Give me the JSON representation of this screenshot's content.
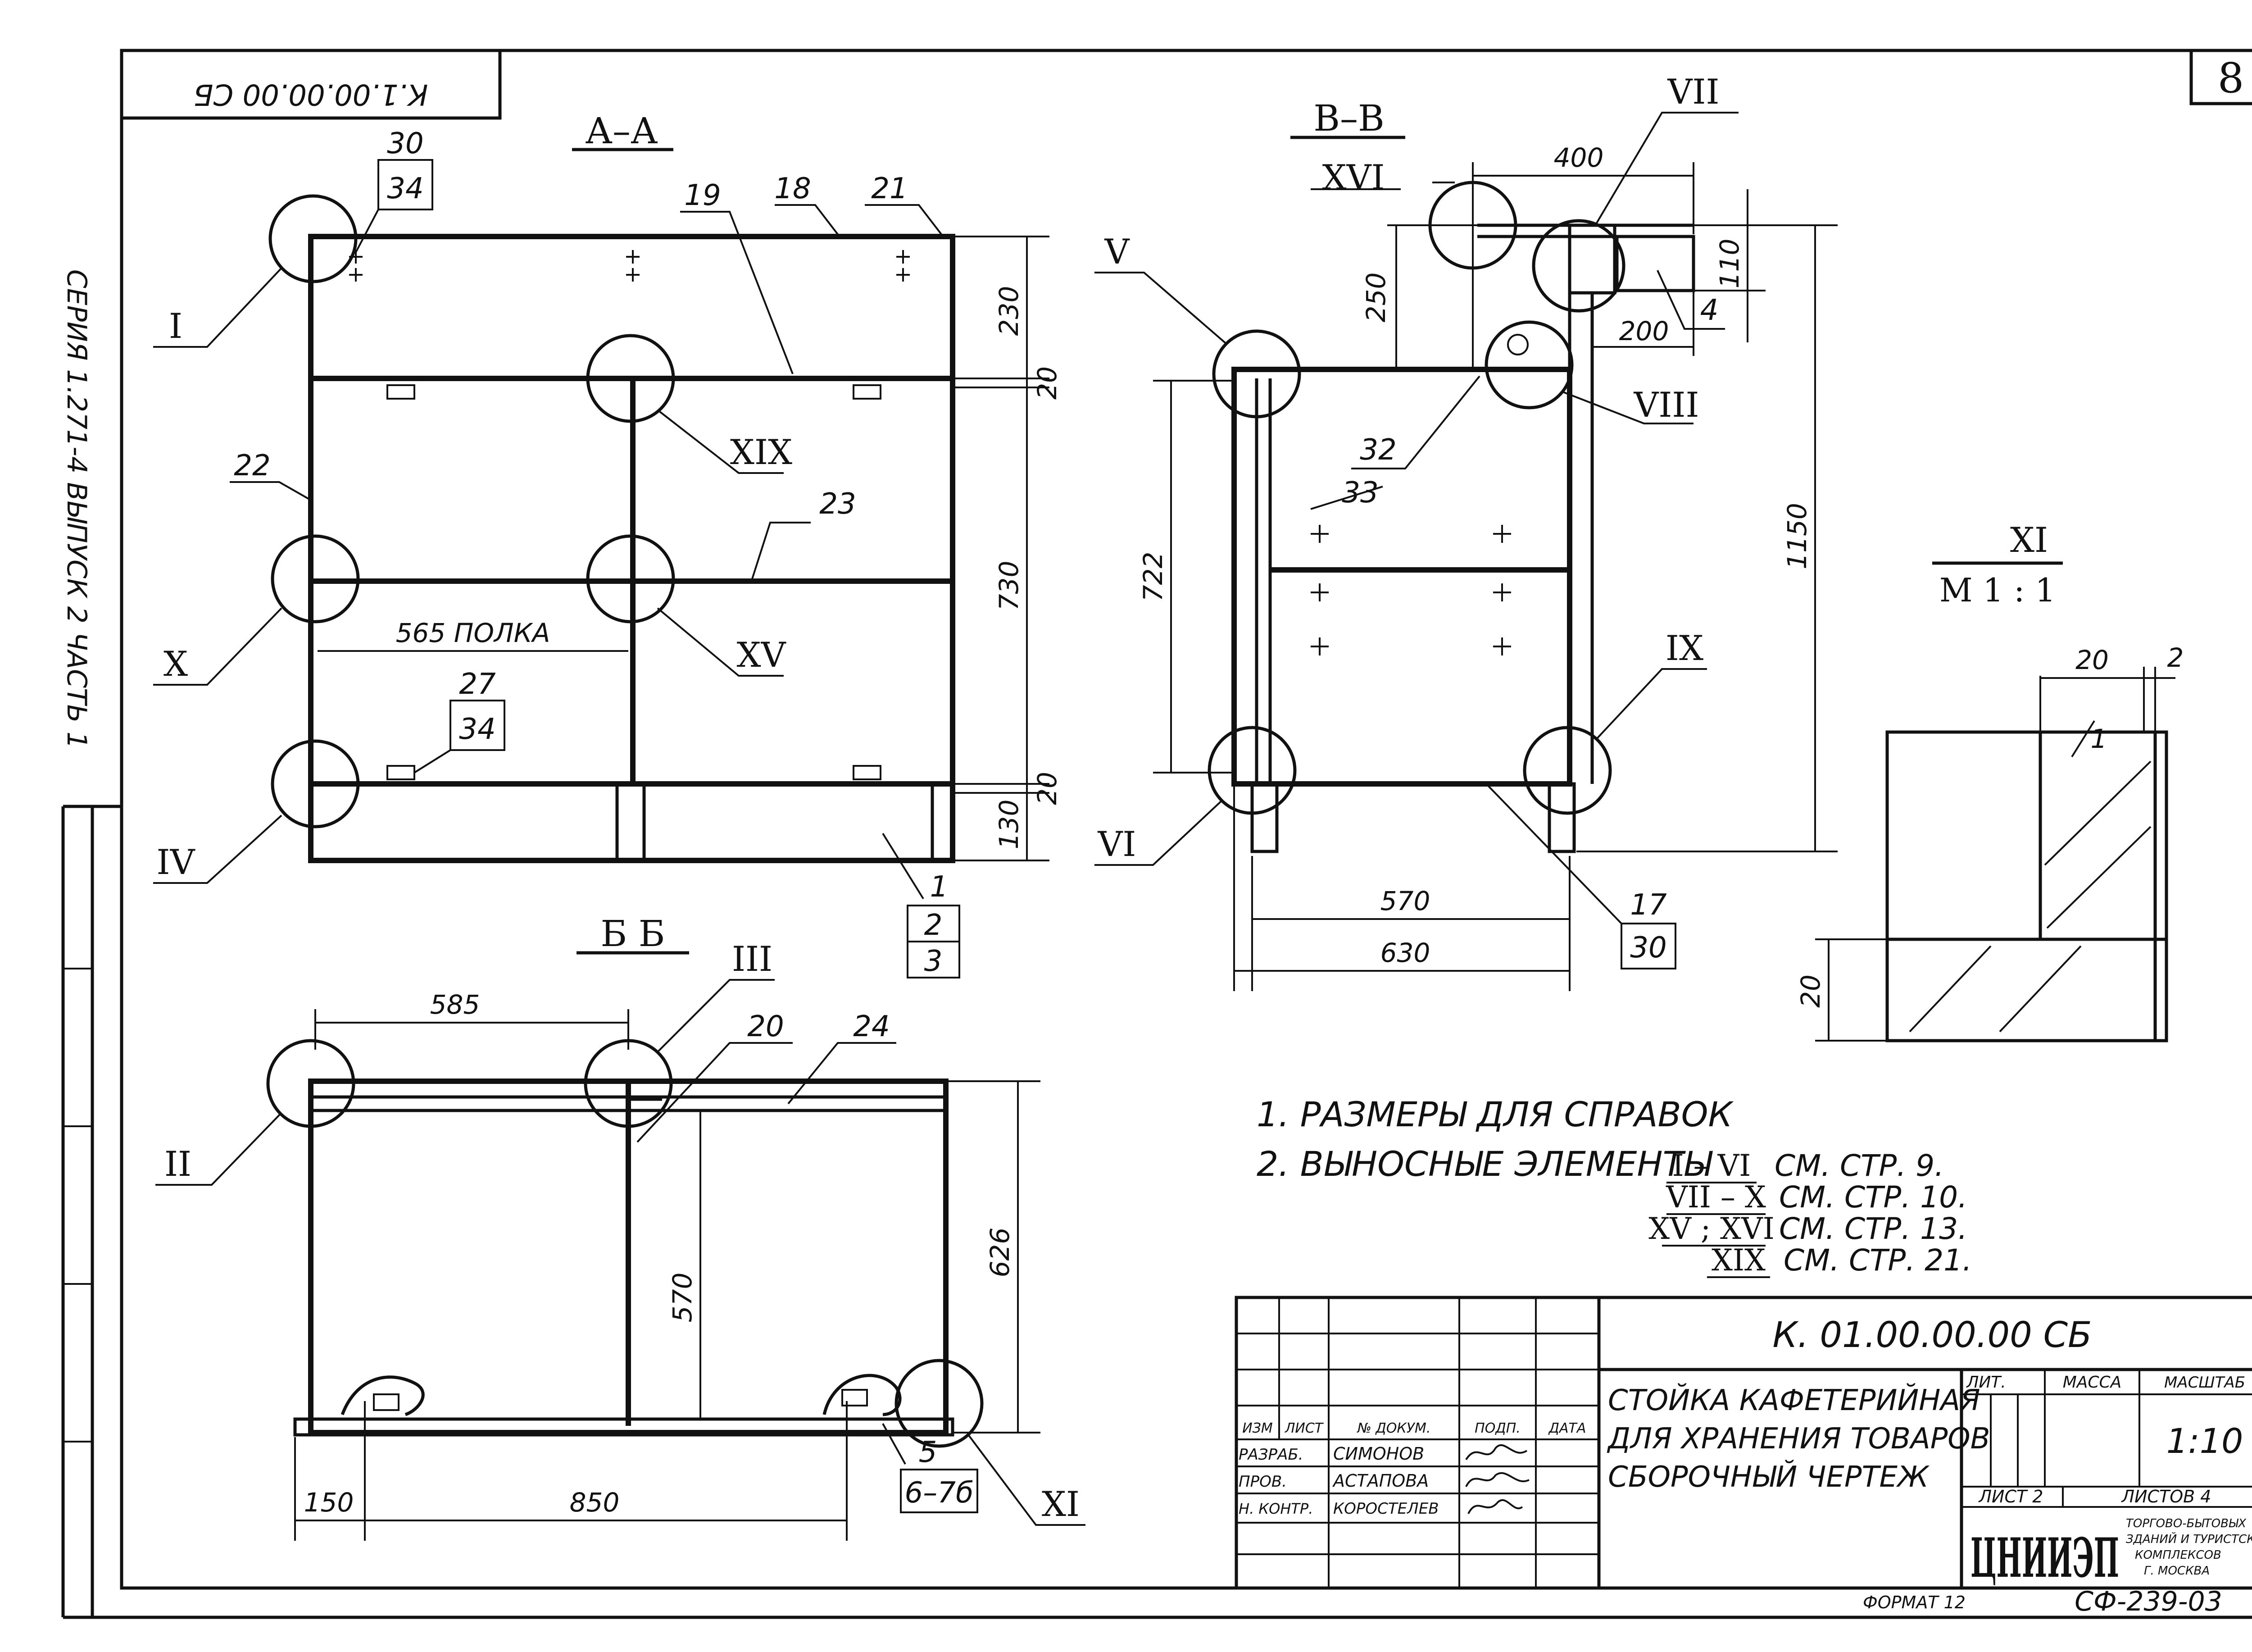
{
  "sheet_number": "8",
  "code_rotated": "К.1.00.00.00 СБ",
  "series_text": "СЕРИЯ 1.271-4 ВЫПУСК 2 ЧАСТЬ 1",
  "sections": {
    "aa": {
      "title": "А–А",
      "dims": {
        "d230": "230",
        "d20a": "20",
        "d730": "730",
        "d20b": "20",
        "d130": "130",
        "shelf": "565 ПОЛКА"
      },
      "callouts": {
        "c30": "30",
        "c34a": "34",
        "c27": "27",
        "c34b": "34",
        "c19": "19",
        "c18": "18",
        "c21": "21",
        "c22": "22",
        "c23": "23",
        "c1": "1",
        "c2": "2",
        "c3": "3"
      },
      "nodes": {
        "n1": "I",
        "n2": "X",
        "n3": "IV",
        "n4": "XIX",
        "n5": "XV"
      }
    },
    "vv": {
      "title": "В–В",
      "dims": {
        "d400": "400",
        "d250": "250",
        "d110": "110",
        "d200": "200",
        "d722": "722",
        "d1150": "1150",
        "d570": "570",
        "d630": "630"
      },
      "callouts": {
        "c4": "4",
        "c32": "32",
        "c33": "33",
        "c17": "17",
        "c30": "30"
      },
      "nodes": {
        "n1": "XVI",
        "n2": "VII",
        "n3": "V",
        "n4": "VIII",
        "n5": "IX",
        "n6": "VI"
      }
    },
    "bb": {
      "title": "Б   Б",
      "dims": {
        "d585": "585",
        "d570": "570",
        "d626": "626",
        "d150": "150",
        "d850": "850"
      },
      "callouts": {
        "c20": "20",
        "c24": "24",
        "c5": "5",
        "c676": "6–7б"
      },
      "nodes": {
        "n1": "II",
        "n2": "III",
        "n3": "XI"
      }
    },
    "xi": {
      "title": "XI",
      "scale": "М 1 : 1",
      "dims": {
        "d20": "20",
        "d2": "2",
        "d20v": "20"
      },
      "callouts": {
        "c1": "1"
      }
    }
  },
  "notes": {
    "n1": "1.  РАЗМЕРЫ ДЛЯ СПРАВОК",
    "n2": "2.  ВЫНОСНЫЕ ЭЛЕМЕНТЫ",
    "refs": [
      {
        "range": "I – VI",
        "page": "СМ. СТР. 9."
      },
      {
        "range": "VII – X",
        "page": "СМ. СТР. 10."
      },
      {
        "range": "XV ; XVI",
        "page": "СМ. СТР. 13."
      },
      {
        "range": "XIX",
        "page": "СМ. СТР. 21."
      }
    ]
  },
  "title_block": {
    "designation": "К. 01.00.00.00 СБ",
    "name_lines": [
      "СТОЙКА КАФЕТЕРИЙНАЯ",
      "ДЛЯ ХРАНЕНИЯ ТОВАРОВ",
      "СБОРОЧНЫЙ ЧЕРТЕЖ"
    ],
    "headers": {
      "izm": "ИЗМ",
      "list": "ЛИСТ",
      "doc": "№ ДОКУМ.",
      "sign": "ПОДП.",
      "date": "ДАТА"
    },
    "roles": [
      {
        "role": "РАЗРАБ.",
        "name": "СИМОНОВ"
      },
      {
        "role": "ПРОВ.",
        "name": "АСТАПОВА"
      },
      {
        "role": "Н. КОНТР.",
        "name": "КОРОСТЕЛЕВ"
      }
    ],
    "lit": "ЛИТ.",
    "mass": "МАССА",
    "scale_label": "МАСШТАБ",
    "scale_value": "1:10",
    "sheet": "ЛИСТ 2",
    "sheets": "ЛИСТОВ 4",
    "org_logo": "ЦНИИЭП",
    "org_lines": [
      "ТОРГОВО-БЫТОВЫХ",
      "ЗДАНИЙ И ТУРИСТСКИХ",
      "КОМПЛЕКСОВ",
      "Г. МОСКВА"
    ],
    "format": "ФОРМАТ 12",
    "stamp_code": "СФ-239-03"
  }
}
